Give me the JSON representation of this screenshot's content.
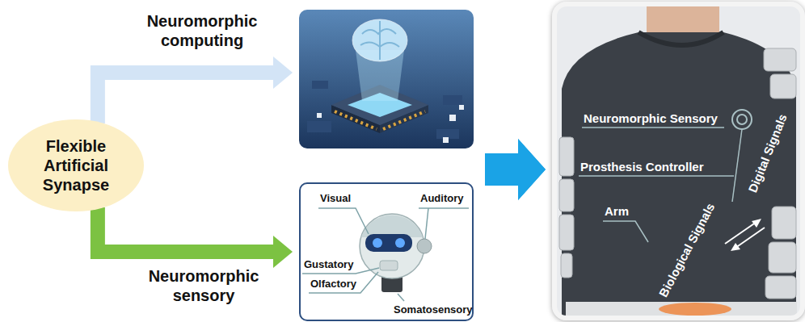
{
  "diagram": {
    "nodes": [
      {
        "text": [
          "Flexible Artificial Synapse"
        ]
      },
      {
        "text": [
          "Neuromorphic computing"
        ]
      },
      {
        "text": [
          "Neuromorphic sensory",
          "Visual",
          "Auditory",
          "Gustatory",
          "Olfactory",
          "Somatosensory"
        ]
      },
      {
        "text": [
          "Neuromorphic Sensory",
          "Prosthesis Controller",
          "Arm",
          "Biological Signals",
          "Digital Signals"
        ]
      }
    ],
    "edges": [
      {
        "from": 0,
        "to": 1,
        "arrow": "to"
      },
      {
        "from": 0,
        "to": 2,
        "arrow": "to"
      },
      {
        "from": 1,
        "to": 3,
        "arrow": "to"
      },
      {
        "from": 2,
        "to": 3,
        "arrow": "to"
      }
    ]
  }
}
